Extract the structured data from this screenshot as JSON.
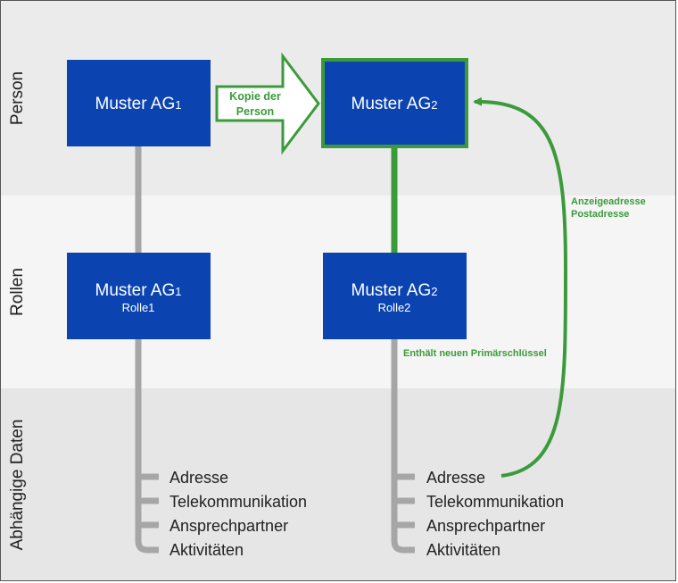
{
  "rows": {
    "person": "Person",
    "rollen": "Rollen",
    "daten": "Abhängige Daten"
  },
  "entities": {
    "person1": {
      "name": "Muster AG",
      "index": "1"
    },
    "person2": {
      "name": "Muster AG",
      "index": "2"
    },
    "rolle1": {
      "name": "Muster AG",
      "index": "1",
      "role": "Rolle1"
    },
    "rolle2": {
      "name": "Muster AG",
      "index": "2",
      "role": "Rolle2"
    }
  },
  "copy_arrow": {
    "line1": "Kopie der",
    "line2": "Person"
  },
  "address_link": {
    "line1": "Anzeigeadresse",
    "line2": "Postadresse"
  },
  "primary_key_note": "Enthält neuen Primärschlüssel",
  "dependent_left": [
    "Adresse",
    "Telekommunikation",
    "Ansprechpartner",
    "Aktivitäten"
  ],
  "dependent_right": [
    "Adresse",
    "Telekommunikation",
    "Ansprechpartner",
    "Aktivitäten"
  ],
  "colors": {
    "box_blue": "#0b44b0",
    "accent_green": "#3b9b3b",
    "connector_gray": "#a6a6a6"
  }
}
